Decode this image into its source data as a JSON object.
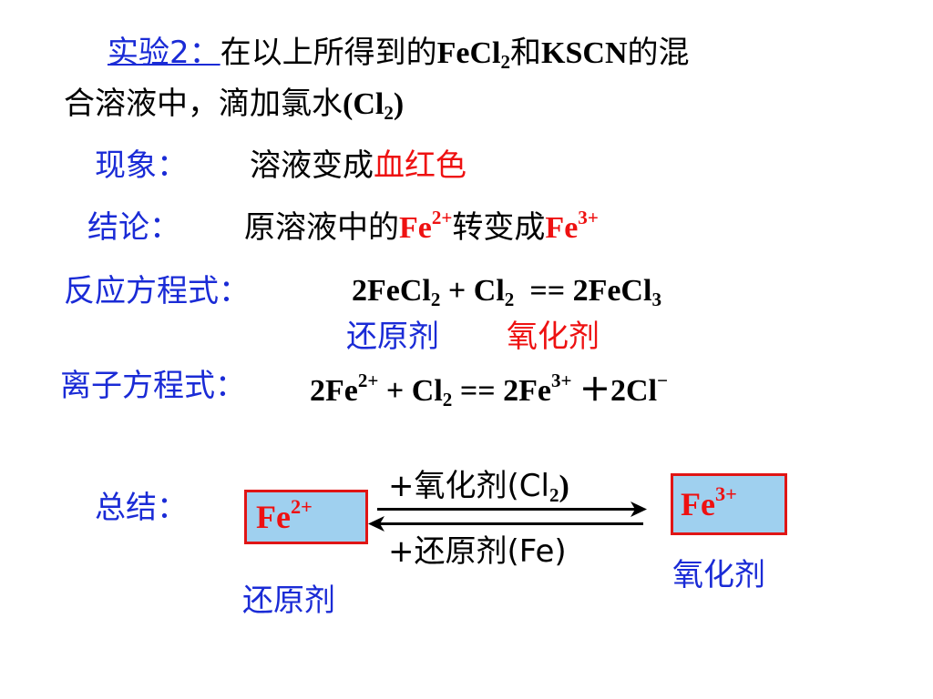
{
  "experiment": {
    "label": "实验2：",
    "text1": "在以上所得到的",
    "text2": "和",
    "text3": "的混",
    "text4": "合溶液中，滴加氯水",
    "fecl": "FeCl",
    "sub2": "2",
    "kscn": "KSCN",
    "cl_open": "(Cl",
    "cl_close": ")"
  },
  "phenomenon": {
    "label": "现象：",
    "text": "溶液变成",
    "highlight": "血红色"
  },
  "conclusion": {
    "label": "结论：",
    "text1": "原溶液中的",
    "fe2": "Fe",
    "sup2": "2+",
    "text2": "转变成",
    "fe3": "Fe",
    "sup3": "3+"
  },
  "reaction": {
    "label": "反应方程式：",
    "p1": "2FeCl",
    "s1": "2",
    "p2": " + Cl",
    "s2": "2",
    "p3": "  == 2FeCl",
    "s3": "3",
    "reducer": "还原剂",
    "oxidizer": "氧化剂"
  },
  "ionic": {
    "label": "离子方程式：",
    "p1": "2Fe",
    "sp1": "2+",
    "p2": " + Cl",
    "sb2": "2",
    "p3": " == 2Fe",
    "sp3": "3+",
    "p4": " ＋2Cl",
    "sp4": "−"
  },
  "summary": {
    "label": "总结：",
    "left_box": "Fe",
    "left_sup": "2+",
    "right_box": "Fe",
    "right_sup": "3+",
    "top_arrow_a": "+氧化剂(Cl",
    "top_arrow_sub": "2",
    "top_arrow_b": ")",
    "bottom_arrow": "+还原剂(Fe)",
    "left_label": "还原剂",
    "right_label": "氧化剂"
  },
  "colors": {
    "blue": "#1a2bd6",
    "red": "#ee1111",
    "box_fill": "#9fd0ef",
    "box_border": "#e01515"
  }
}
